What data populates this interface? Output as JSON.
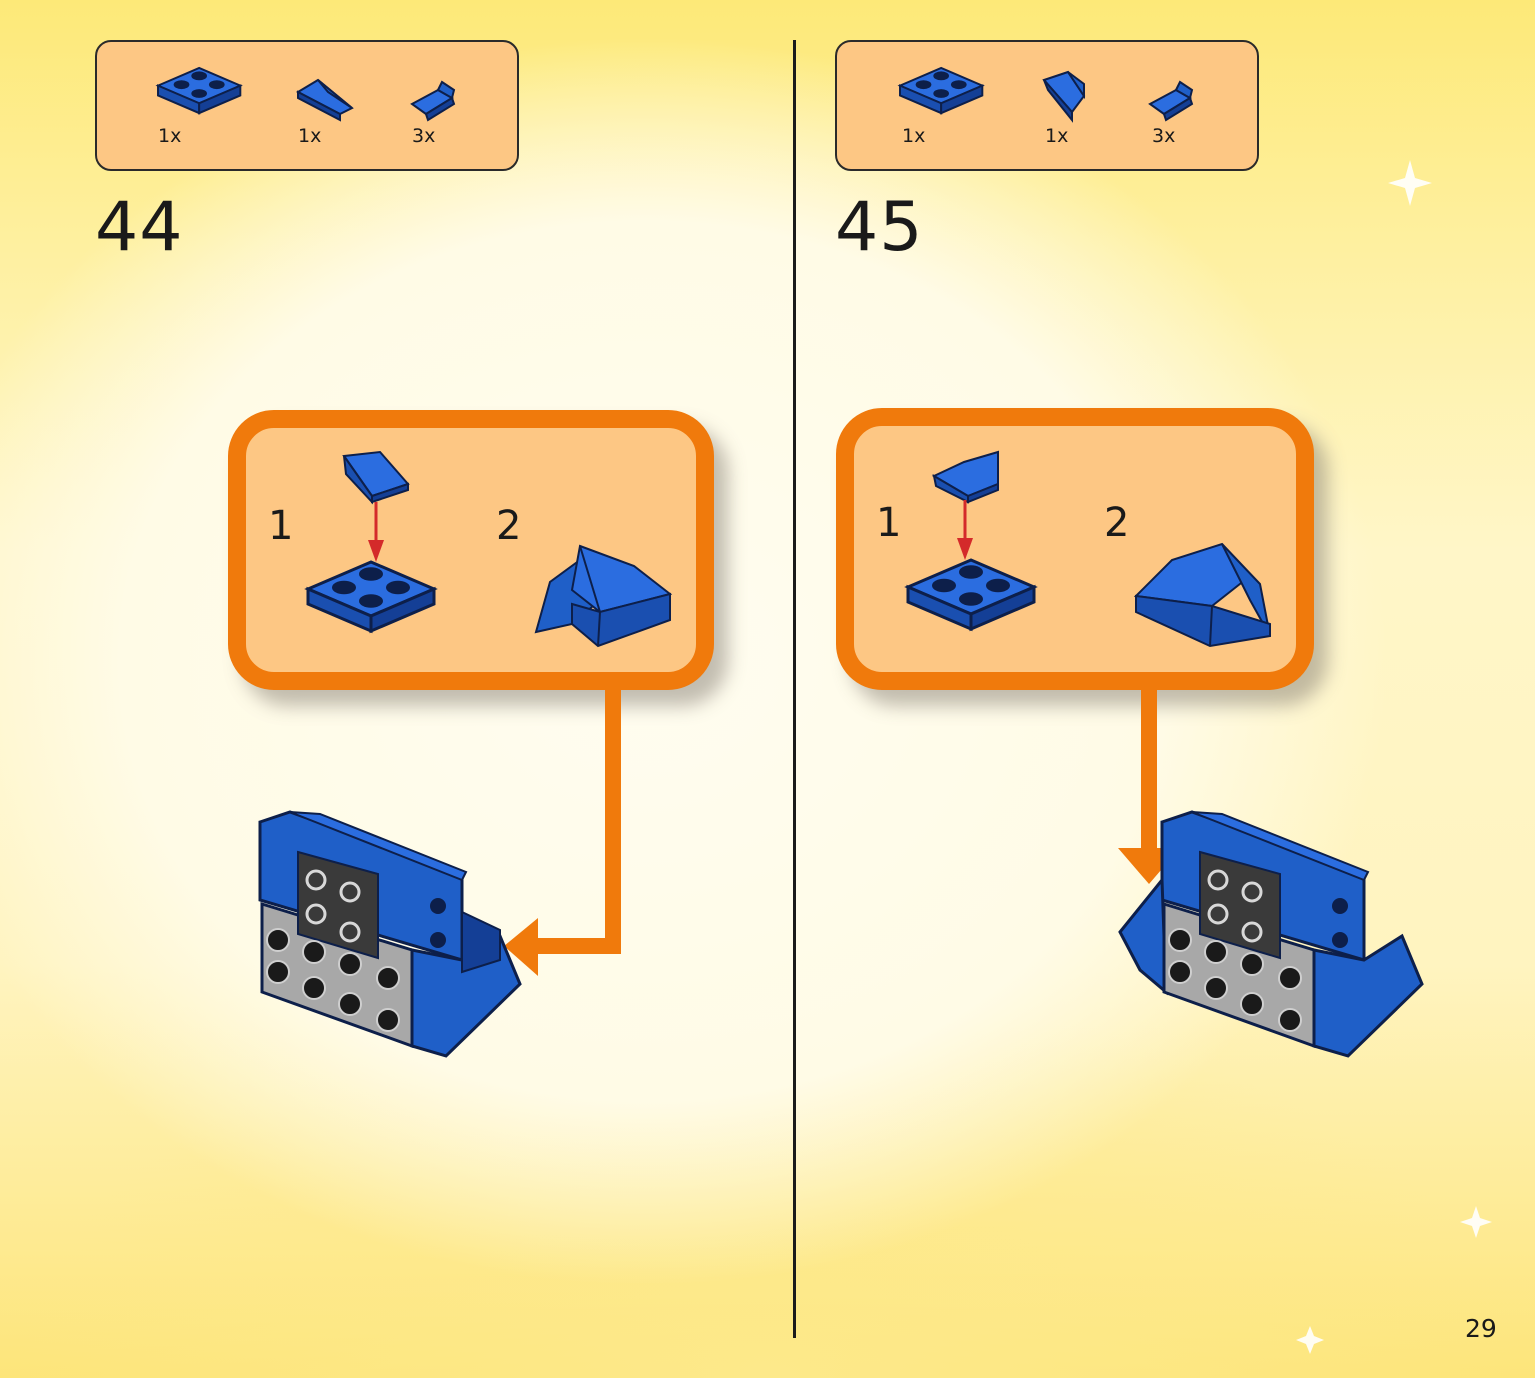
{
  "steps": [
    {
      "number": "44",
      "parts": [
        {
          "qty": "1x",
          "icon": "brick-plate-2x2-icon"
        },
        {
          "qty": "1x",
          "icon": "brick-wedge-plate-icon"
        },
        {
          "qty": "3x",
          "icon": "brick-slope-icon"
        }
      ],
      "substeps": [
        "1",
        "2"
      ]
    },
    {
      "number": "45",
      "parts": [
        {
          "qty": "1x",
          "icon": "brick-plate-2x2-icon"
        },
        {
          "qty": "1x",
          "icon": "brick-wedge-plate-icon"
        },
        {
          "qty": "3x",
          "icon": "brick-slope-icon"
        }
      ],
      "substeps": [
        "1",
        "2"
      ]
    }
  ],
  "page_number": "29",
  "colors": {
    "brick_blue": "#1f5fc8",
    "brick_dark_blue": "#143f96",
    "frame_orange": "#f07a0c",
    "box_fill": "#fdc784",
    "arrow_red": "#d42a2a",
    "plate_gray": "#a8a8a8"
  }
}
